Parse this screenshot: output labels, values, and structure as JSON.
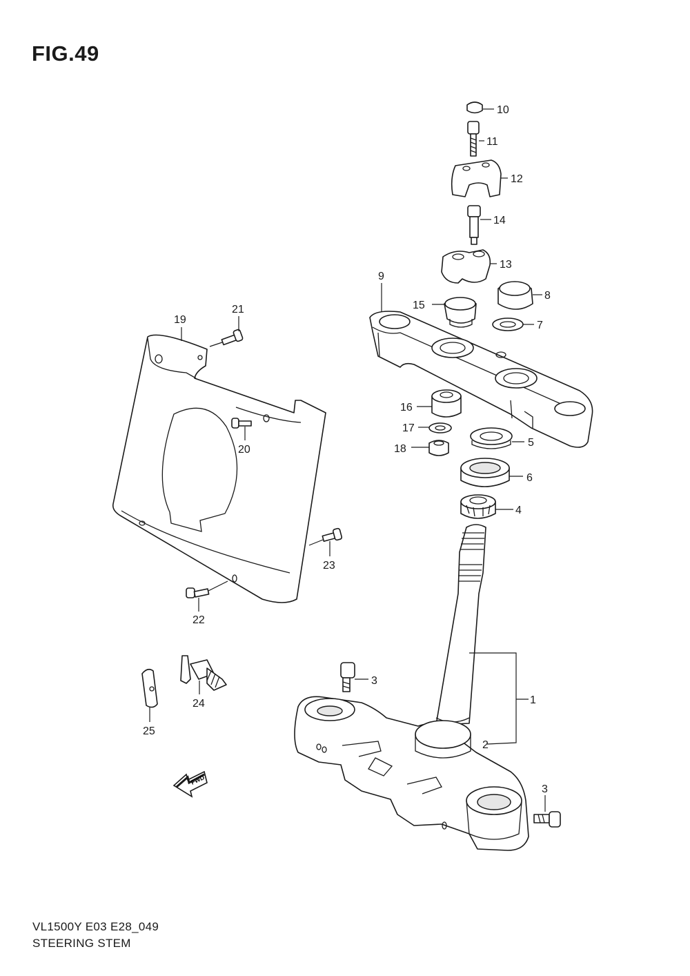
{
  "figure": {
    "title": "FIG.49",
    "model_code": "VL1500Y  E03  E28_049",
    "caption": "STEERING STEM"
  },
  "callouts": {
    "c1": "1",
    "c2": "2",
    "c3a": "3",
    "c3b": "3",
    "c4": "4",
    "c5": "5",
    "c6": "6",
    "c7": "7",
    "c8": "8",
    "c9": "9",
    "c10": "10",
    "c11": "11",
    "c12": "12",
    "c13": "13",
    "c14": "14",
    "c15": "15",
    "c16": "16",
    "c17": "17",
    "c18": "18",
    "c19": "19",
    "c20": "20",
    "c21": "21",
    "c22": "22",
    "c23": "23",
    "c24": "24",
    "c25": "25"
  },
  "fwd_arrow": {
    "label": "FWD"
  }
}
